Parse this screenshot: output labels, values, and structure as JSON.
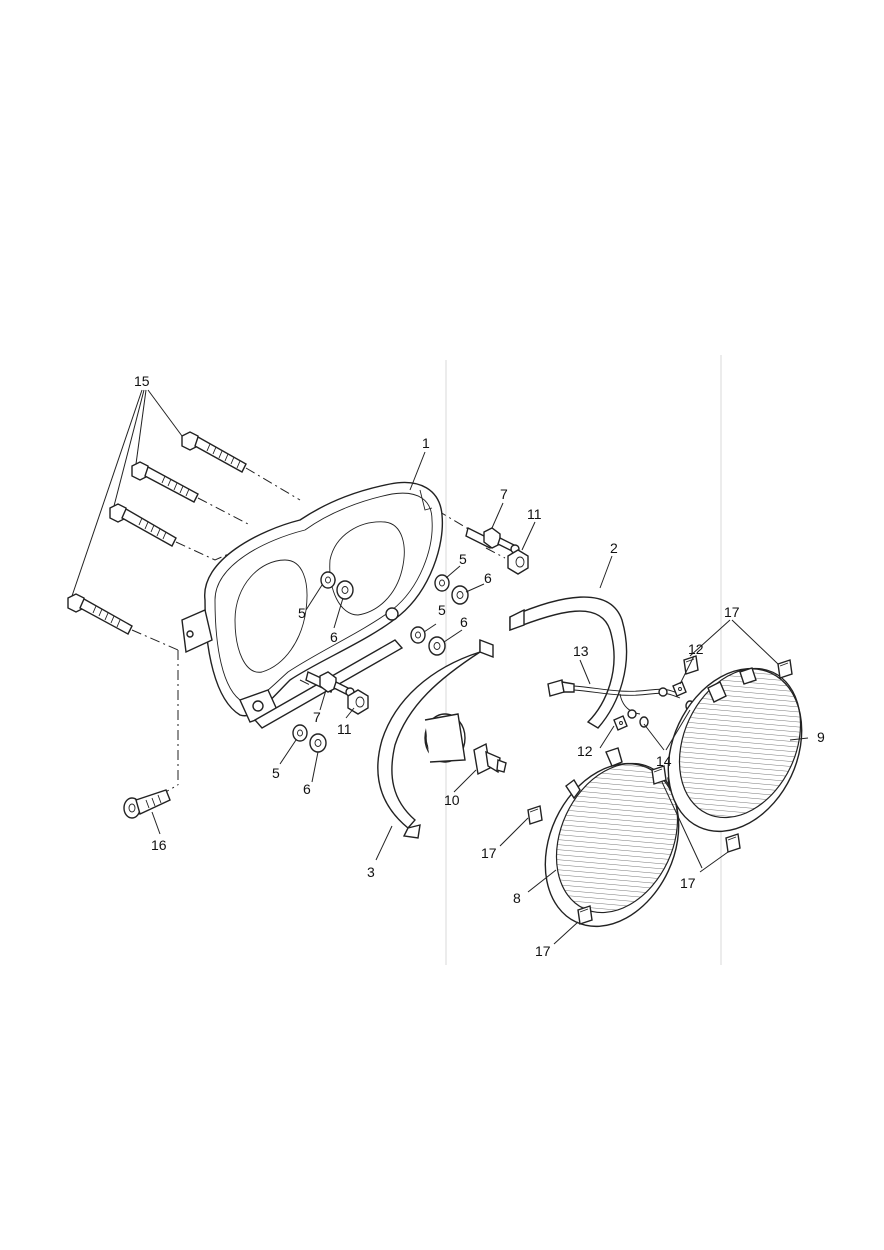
{
  "callouts": {
    "c1": "1",
    "c2": "2",
    "c3": "3",
    "c5a": "5",
    "c5b": "5",
    "c5c": "5",
    "c5d": "5",
    "c6a": "6",
    "c6b": "6",
    "c6c": "6",
    "c6d": "6",
    "c7a": "7",
    "c7b": "7",
    "c8": "8",
    "c9": "9",
    "c10": "10",
    "c11a": "11",
    "c11b": "11",
    "c12a": "12",
    "c12b": "12",
    "c13": "13",
    "c14": "14",
    "c15": "15",
    "c16": "16",
    "c17a": "17",
    "c17b": "17",
    "c17c": "17",
    "c17d": "17"
  }
}
